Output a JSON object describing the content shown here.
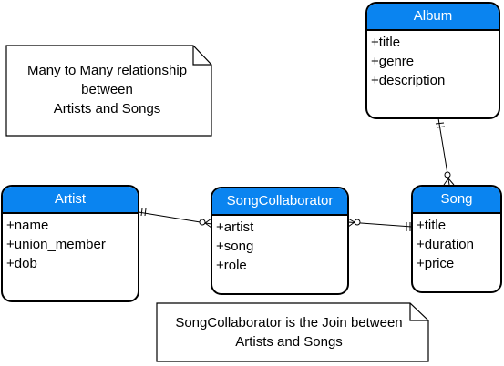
{
  "entities": {
    "album": {
      "title": "Album",
      "attributes": [
        "+title",
        "+genre",
        "+description"
      ]
    },
    "artist": {
      "title": "Artist",
      "attributes": [
        "+name",
        "+union_member",
        "+dob"
      ]
    },
    "song_collaborator": {
      "title": "SongCollaborator",
      "attributes": [
        "+artist",
        "+song",
        "+role"
      ]
    },
    "song": {
      "title": "Song",
      "attributes": [
        "+title",
        "+duration",
        "+price"
      ]
    }
  },
  "notes": {
    "relationship_note": [
      "Many to Many relationship",
      "between",
      "Artists and Songs"
    ],
    "join_note": [
      "SongCollaborator is the Join between",
      "Artists and Songs"
    ]
  }
}
